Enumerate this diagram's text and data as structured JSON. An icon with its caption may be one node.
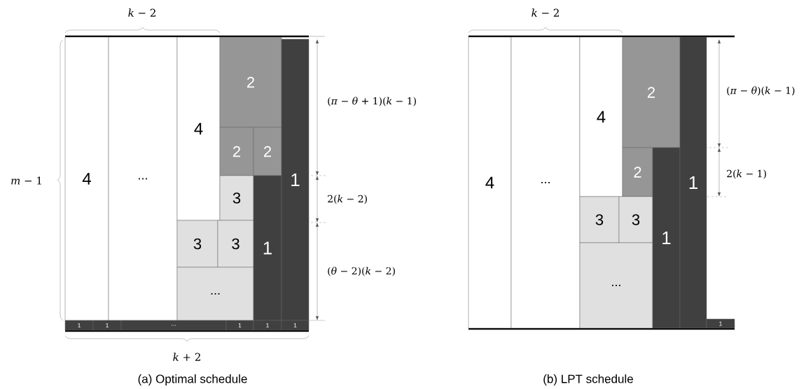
{
  "diagram": {
    "nodes": [
      {
        "text": [
          "4"
        ]
      },
      {
        "text": [
          "..."
        ]
      },
      {
        "text": [
          "4"
        ]
      },
      {
        "text": [
          "2"
        ]
      },
      {
        "text": [
          "2"
        ]
      },
      {
        "text": [
          "2"
        ]
      },
      {
        "text": [
          "3"
        ]
      },
      {
        "text": [
          "3"
        ]
      },
      {
        "text": [
          "3"
        ]
      },
      {
        "text": [
          "..."
        ]
      },
      {
        "text": [
          "1"
        ]
      },
      {
        "text": [
          "1"
        ]
      },
      {
        "text": [
          "1"
        ]
      },
      {
        "text": [
          "1"
        ]
      },
      {
        "text": [
          "..."
        ]
      },
      {
        "text": [
          "1"
        ]
      },
      {
        "text": [
          "1"
        ]
      },
      {
        "text": [
          "1"
        ]
      },
      {
        "text": [
          "4"
        ]
      },
      {
        "text": [
          "..."
        ]
      },
      {
        "text": [
          "4"
        ]
      },
      {
        "text": [
          "2"
        ]
      },
      {
        "text": [
          "2"
        ]
      },
      {
        "text": [
          "3"
        ]
      },
      {
        "text": [
          "3"
        ]
      },
      {
        "text": [
          "..."
        ]
      },
      {
        "text": [
          "1"
        ]
      },
      {
        "text": [
          "1"
        ]
      },
      {
        "text": [
          "1"
        ]
      }
    ],
    "labels": [
      "*k* − 2",
      "*m* − 1",
      "(*π* − *θ* + 1)(*k* − 1)",
      "2(*k* − 2)",
      "(*θ* − 2)(*k* − 2)",
      "*k* + 2",
      "(a) Optimal schedule",
      "*k* − 2",
      "(*π* − *θ*)(*k* − 1)",
      "2(*k* − 1)",
      "(b) LPT schedule"
    ]
  }
}
